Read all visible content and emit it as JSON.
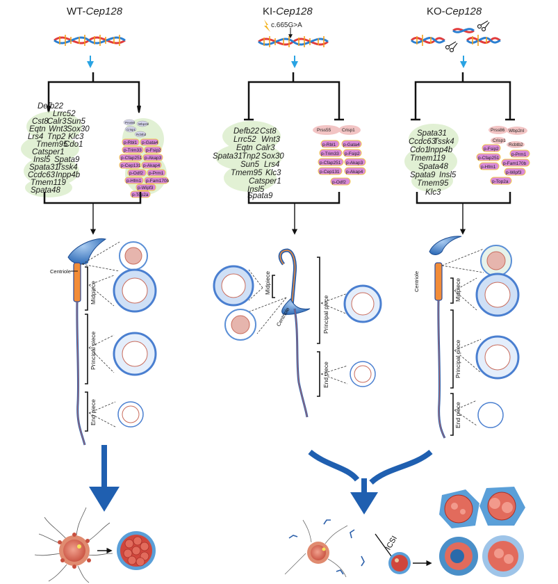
{
  "columns": {
    "wt": {
      "prefix": "WT-",
      "gene": "Cep128"
    },
    "ki": {
      "prefix": "KI-",
      "gene": "Cep128",
      "mutation": "c.665G>A"
    },
    "ko": {
      "prefix": "KO-",
      "gene": "Cep128"
    }
  },
  "wt_genes": [
    "Defb22",
    "Lrrc52",
    "Cst8",
    "Calr3",
    "Sun5",
    "Eqtn",
    "Wnt3",
    "Sox30",
    "Lrs4",
    "Tnp2",
    "Klc3",
    "Tmem95",
    "Cdo1",
    "Catsper1",
    "Insl5",
    "Spata9",
    "Spata31",
    "Tssk4",
    "Ccdc63",
    "Inpp4b",
    "Tmem119",
    "Spata48"
  ],
  "wt_proteins_small": [
    "Prss56",
    "Wbp2nl",
    "Crisp1",
    "Rcbtb2"
  ],
  "wt_proteins": [
    "p-Rbl1",
    "p-Gata4",
    "p-Trim33",
    "p-Fsip2",
    "p-Cfap251",
    "p-Akap3",
    "p-Cep131",
    "p-Akap4",
    "p-Odf2",
    "p-Prm1",
    "p-Hfm1",
    "p-Fam170b",
    "p-Wipf3",
    "p-Top2a"
  ],
  "ki_genes": [
    "Defb22",
    "Cst8",
    "Lrrc52",
    "Wnt3",
    "Eqtn",
    "Calr3",
    "Spata31",
    "Tnp2",
    "Sox30",
    "Sun5",
    "Lrs4",
    "Tmem95",
    "Klc3",
    "Catsper1",
    "Insl5",
    "Spata9"
  ],
  "ki_proteins": [
    "Prss55",
    "Crisp1",
    "p-Rbl1",
    "p-Gata4",
    "p-Trim33",
    "p-Fsip2",
    "p-Cfap251",
    "p-Akap3",
    "p-Cep131",
    "p-Akap4",
    "p-Odf2"
  ],
  "ko_genes": [
    "Spata31",
    "Ccdc63",
    "Tssk4",
    "Cdo1",
    "Inpp4b",
    "Tmem119",
    "Spata48",
    "Spata9",
    "Insl5",
    "Tmem95",
    "Klc3"
  ],
  "ko_proteins": [
    "Prss86",
    "Wbp2nl",
    "Crisp1",
    "Rcbtb2",
    "p-Fsip2",
    "p-Prm1",
    "p-Cfap251",
    "p-Hfm1",
    "p-Fam170b",
    "p-Wipf3",
    "p-Top2a"
  ],
  "labels": {
    "centriole": "Centriole",
    "midpiece": "Midpiece",
    "principal": "Principal piece",
    "end": "End piece",
    "icsi": "ICSI"
  },
  "colors": {
    "arrow_blue": "#1f5fb0",
    "cyan_arrow": "#29a3e3",
    "gene_bg": "#d8ecc6",
    "protein_fill": "#d98ad8",
    "protein_border": "#f2c94c",
    "pink_bg": "#f2c4c4"
  }
}
